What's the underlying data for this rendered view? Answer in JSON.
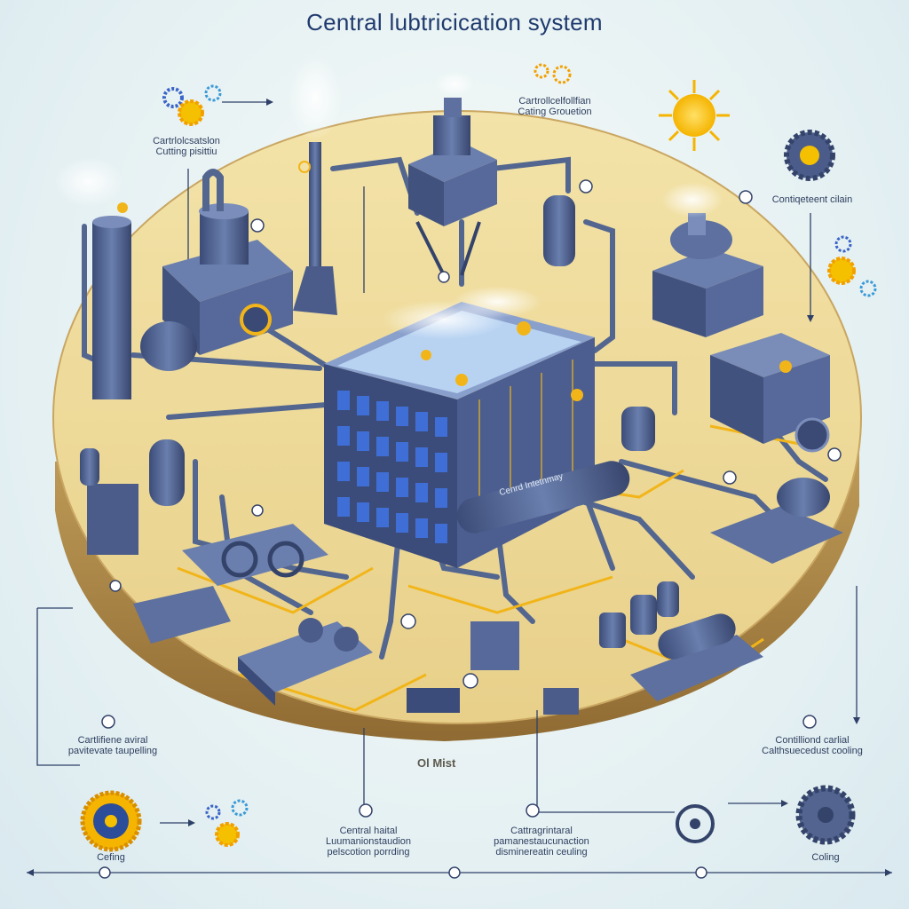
{
  "title": "Central lubtricication system",
  "captions": {
    "top_left": [
      "Cartrlolcsatslon",
      "Cutting pisittiu"
    ],
    "top_center": [
      "Cartrollcelfollfian",
      "Cating Grouetion"
    ],
    "top_right": [
      "Contiqeteent cilain"
    ],
    "bottom_left": [
      "Cartlifiene aviral",
      "pavitevate taupelling"
    ],
    "bottom_right": [
      "Contilliond carlial",
      "Calthsuecedust cooling"
    ],
    "bottom_center_left": [
      "Central haital",
      "Luumanionstaudion",
      "pelscotion porrding"
    ],
    "bottom_center_right": [
      "Cattragrintaral",
      "pamanestaucunaction",
      "disminereatin ceuling"
    ],
    "footer_left": "Cefing",
    "footer_right": "Coling",
    "tank_label": "Cenrd Intetnmay",
    "center_label": "Ol Mist"
  },
  "colors": {
    "platform": "#efd998",
    "platform_edge": "#b08848",
    "steel": "#52648f",
    "steel_dark": "#34436a",
    "accent": "#f2b519",
    "line": "#2f4068",
    "window": "#3f6fd6"
  }
}
